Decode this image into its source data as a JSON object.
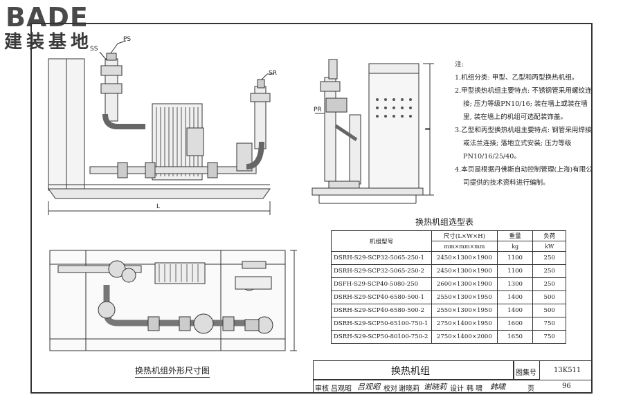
{
  "logo": {
    "main": "BADE",
    "sub": "建装基地"
  },
  "drawing_labels": {
    "ss": "SS",
    "ps": "PS",
    "sr": "SR",
    "pr": "PR",
    "length": "L",
    "equal_sign": "="
  },
  "notes": {
    "title": "注:",
    "items": [
      "1.机组分类: 甲型、乙型和丙型换热机组。",
      "2.甲型换热机组主要特点: 不锈钢管采用螺纹连接; 压力等级PN10/16; 装在墙上或装在墙里, 装在墙上的机组可选配装饰盖。",
      "3.乙型和丙型换热机组主要特点: 钢管采用焊接或法兰连接; 落地立式安装; 压力等级PN10/16/25/40。",
      "4.本页是根据丹佛斯自动控制管理(上海)有限公司提供的技术资料进行编制。"
    ]
  },
  "selection_table": {
    "title": "换热机组选型表",
    "headers": {
      "model": "机组型号",
      "size": "尺寸(L×W×H)",
      "size_unit": "mm×mm×mm",
      "weight": "重量",
      "weight_unit": "kg",
      "load": "负荷",
      "load_unit": "kW"
    },
    "rows": [
      {
        "model": "DSRH-S29-SCP32-5065-250-1",
        "size": "2450×1300×1900",
        "weight": "1100",
        "load": "250"
      },
      {
        "model": "DSRH-S29-SCP32-5065-250-2",
        "size": "2450×1300×1900",
        "weight": "1100",
        "load": "250"
      },
      {
        "model": "DSFH-S29-SCP40-5080-250",
        "size": "2600×1300×1900",
        "weight": "1300",
        "load": "250"
      },
      {
        "model": "DSRH-S29-SCP40-6580-500-1",
        "size": "2550×1300×1950",
        "weight": "1400",
        "load": "500"
      },
      {
        "model": "DSRH-S29-SCP40-6580-500-2",
        "size": "2550×1300×1950",
        "weight": "1400",
        "load": "500"
      },
      {
        "model": "DSRH-S29-SCP50-65100-750-1",
        "size": "2750×1400×1950",
        "weight": "1600",
        "load": "750"
      },
      {
        "model": "DSRH-S29-SCP50-80100-750-2",
        "size": "2750×1400×2000",
        "weight": "1650",
        "load": "750"
      }
    ]
  },
  "plan_view": {
    "title": "换热机组外形尺寸图"
  },
  "title_block": {
    "drawing_title": "换热机组",
    "atlas_label": "图集号",
    "atlas_no": "13K511",
    "review_label": "审核",
    "reviewer": "吕观昭",
    "reviewer_sign": "吕观昭",
    "check_label": "校对",
    "checker": "谢晓莉",
    "checker_sign": "谢晓莉",
    "design_label": "设计",
    "designer": "韩 啸",
    "designer_sign": "韩啸",
    "page_label": "页",
    "page_no": "96"
  }
}
